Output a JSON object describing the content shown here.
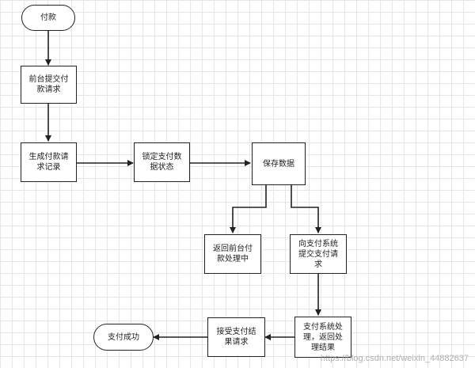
{
  "nodes": {
    "start": "付款",
    "submit_request": "前台提交付款请求",
    "create_record": "生成付款请求记录",
    "lock_data": "锁定支付数据状态",
    "save_data": "保存数据",
    "return_processing": "返回前台付款处理中",
    "submit_to_payment": "向支付系统提交支付请求",
    "payment_process": "支付系统处理，返回处理结果",
    "receive_result": "接受支付结果请求",
    "success": "支付成功"
  },
  "watermark": "https://blog.csdn.net/weixin_44882637",
  "colors": {
    "stroke": "#222222",
    "grid": "#e6e6e6",
    "node_fill": "#ffffff"
  }
}
